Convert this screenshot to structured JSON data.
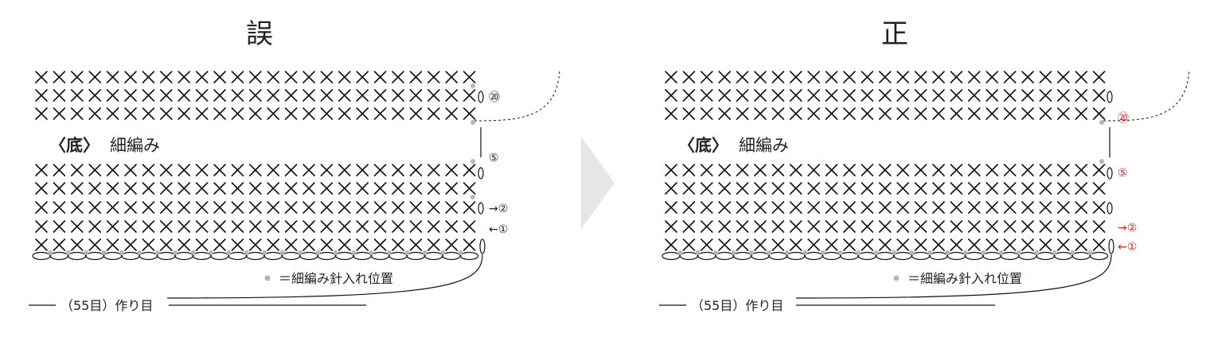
{
  "panels": [
    {
      "id": "wrong",
      "title": "誤",
      "label_bracket": "〈底〉",
      "label_text": "細編み",
      "legend_text": "＝細編み針入れ位置",
      "chain_label": "（55目）作り目",
      "top_row_label": "⑳",
      "middle_label": "⑤",
      "row2_label": "→②",
      "row1_label": "←①",
      "accent": "#222222"
    },
    {
      "id": "correct",
      "title": "正",
      "label_bracket": "〈底〉",
      "label_text": "細編み",
      "legend_text": "＝細編み針入れ位置",
      "chain_label": "（55目）作り目",
      "top_row_label": "⑳",
      "middle_label": "⑤",
      "row2_label": "→②",
      "row1_label": "←①",
      "accent": "#d2232a"
    }
  ],
  "chart": {
    "stitches_per_row": 25,
    "top_rows": 3,
    "bottom_rows": 5,
    "chain_count": 25
  }
}
